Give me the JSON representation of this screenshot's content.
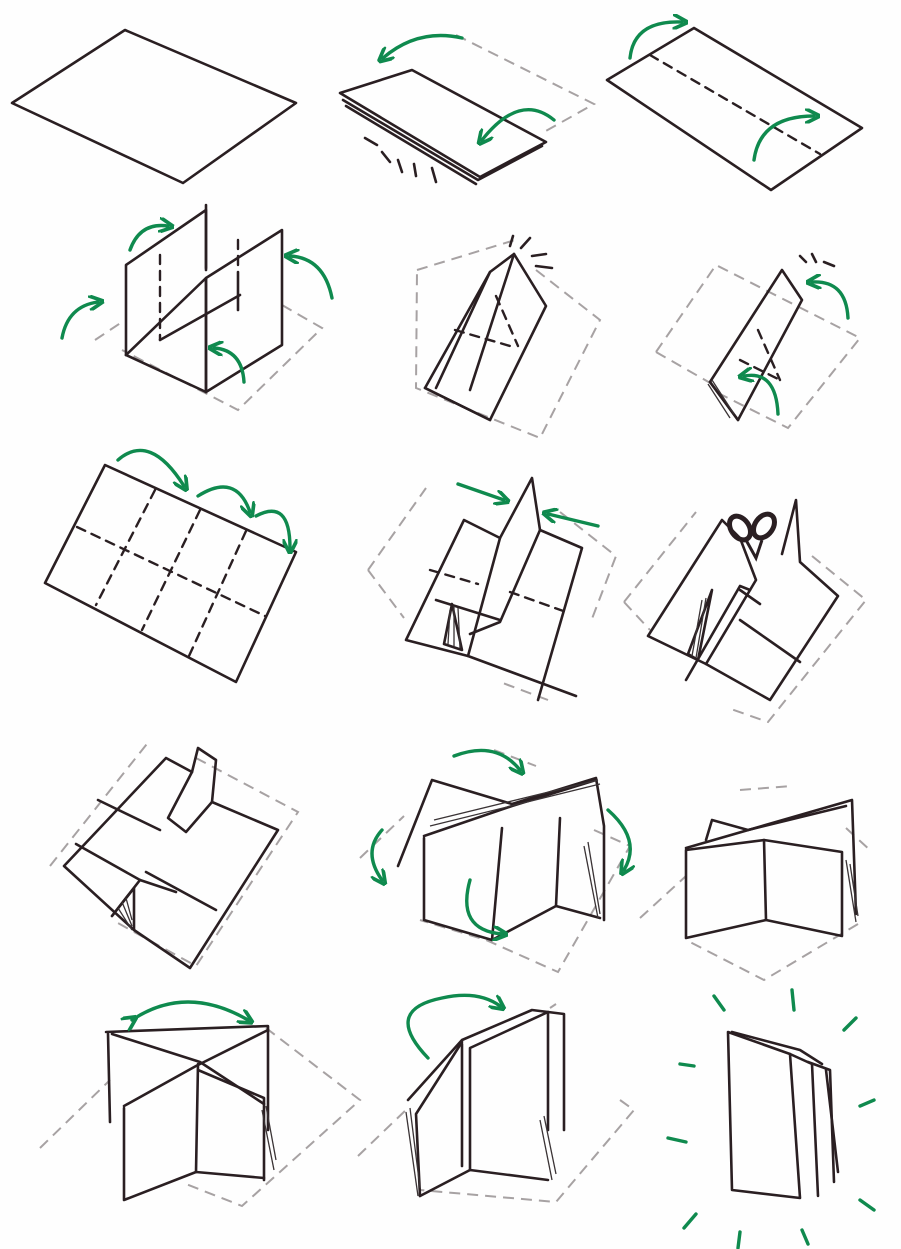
{
  "diagram": {
    "grid": {
      "rows": 5,
      "cols": 3
    },
    "colors": {
      "ink": "#2a1f22",
      "arrow": "#0f8a4e",
      "guide": "#a7a2a3",
      "paper": "#fefefe"
    },
    "steps": [
      {
        "id": 1,
        "icon": "flat-sheet-icon"
      },
      {
        "id": 2,
        "icon": "folded-sheet-icon"
      },
      {
        "id": 3,
        "icon": "unfolded-crease-icon"
      },
      {
        "id": 4,
        "icon": "fold-sides-icon"
      },
      {
        "id": 5,
        "icon": "folded-strip-icon"
      },
      {
        "id": 6,
        "icon": "fold-back-icon"
      },
      {
        "id": 7,
        "icon": "eight-panel-grid-icon"
      },
      {
        "id": 8,
        "icon": "pinch-fold-icon"
      },
      {
        "id": 9,
        "icon": "scissors-cut-icon"
      },
      {
        "id": 10,
        "icon": "slit-open-icon"
      },
      {
        "id": 11,
        "icon": "push-open-icon"
      },
      {
        "id": 12,
        "icon": "star-shape-icon"
      },
      {
        "id": 13,
        "icon": "open-cross-icon"
      },
      {
        "id": 14,
        "icon": "fold-pages-icon"
      },
      {
        "id": 15,
        "icon": "finished-book-icon"
      }
    ]
  }
}
